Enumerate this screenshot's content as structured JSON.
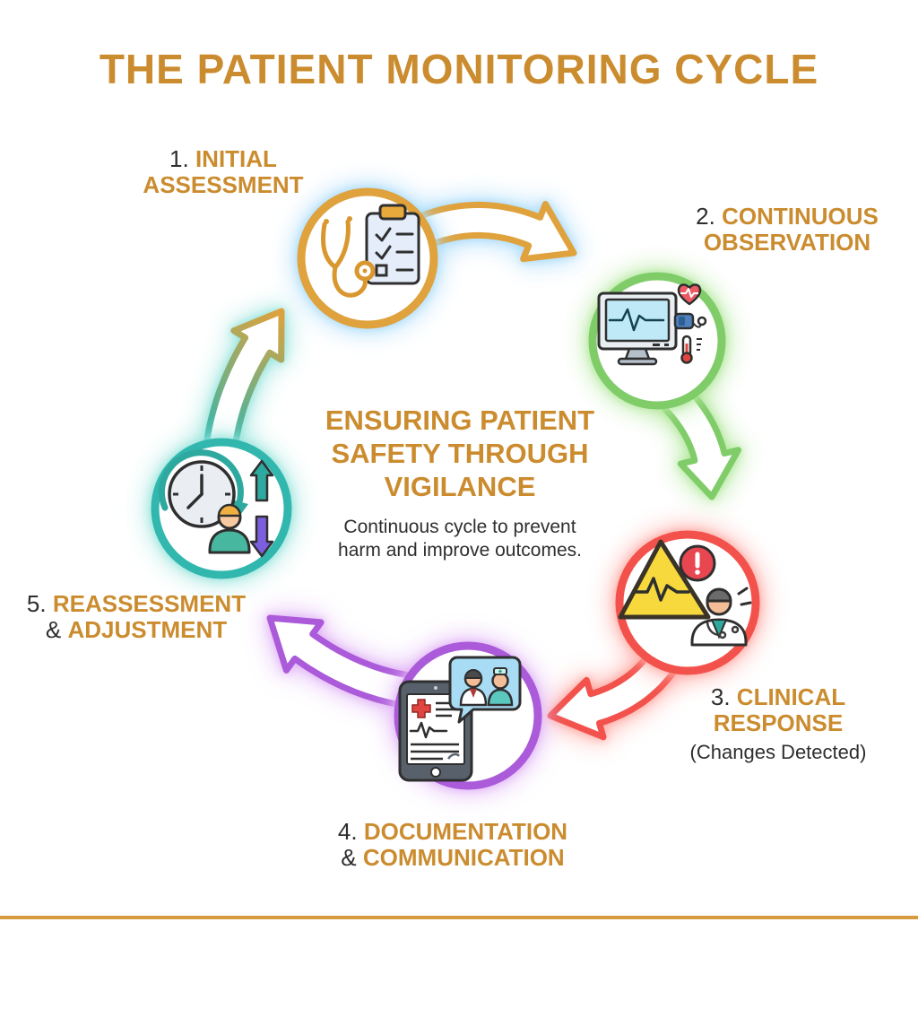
{
  "title": "THE PATIENT MONITORING CYCLE",
  "center": {
    "heading": "ENSURING PATIENT SAFETY THROUGH VIGILANCE",
    "subtext": "Continuous cycle to prevent harm and improve outcomes."
  },
  "steps": [
    {
      "num": "1.",
      "line1": "INITIAL",
      "line2": "ASSESSMENT",
      "icon": "stethoscope-clipboard-icon",
      "color": "#DFA23C"
    },
    {
      "num": "2.",
      "line1": "CONTINUOUS",
      "line2": "OBSERVATION",
      "icon": "vitals-monitor-icon",
      "color": "#7FCC69"
    },
    {
      "num": "3.",
      "line1": "CLINICAL",
      "line2": "RESPONSE",
      "note": "(Changes Detected)",
      "icon": "alert-doctor-icon",
      "color": "#F2524B"
    },
    {
      "num": "4.",
      "line1": "DOCUMENTATION",
      "amp": "&",
      "line2": "COMMUNICATION",
      "icon": "tablet-communication-icon",
      "color": "#AB5BD9"
    },
    {
      "num": "5.",
      "line1": "REASSESSMENT",
      "amp": "&",
      "line2": "ADJUSTMENT",
      "icon": "clock-reassessment-icon",
      "color": "#31B7AE"
    }
  ],
  "colors": {
    "heading_orange": "#CB8C2F",
    "dark_text": "#2E2E2E",
    "glow_blue": "#A9DBFA",
    "glow_green": "#B2E89C",
    "glow_red": "#FFA9A3",
    "glow_purple": "#E1B3F6",
    "glow_teal": "#97E4DC",
    "divider": "#D79A3E"
  }
}
